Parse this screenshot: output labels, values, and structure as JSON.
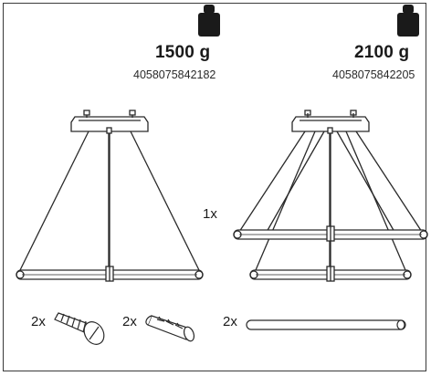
{
  "products": [
    {
      "weight": "1500 g",
      "article_number": "4058075842182",
      "icon": "weight-icon"
    },
    {
      "weight": "2100 g",
      "article_number": "4058075842205",
      "icon": "weight-icon"
    }
  ],
  "quantities": {
    "second_ring": "1x",
    "screws": "2x",
    "wall_plugs": "2x",
    "connector_rod": "2x"
  },
  "colors": {
    "line": "#2a2a2a",
    "frame": "#3a3a3a"
  }
}
